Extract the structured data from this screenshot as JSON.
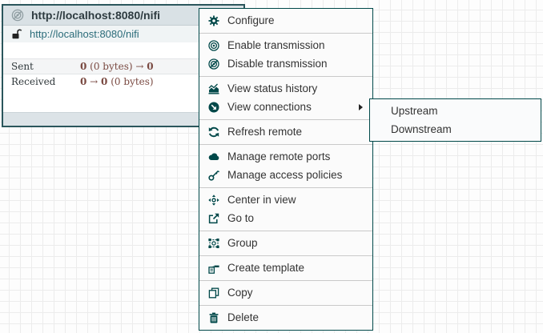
{
  "colors": {
    "accent": "#004849",
    "selected_border": "#2b565c",
    "header_bg": "#d9e1e5",
    "footer_bg": "#dce3e7",
    "link_teal": "#2a6b79",
    "stat_value_maroon": "#7a4a42",
    "menu_bg": "#fbfbfb",
    "separator": "#c9c9c9"
  },
  "component": {
    "type": "remote-process-group",
    "title": "http://localhost:8080/nifi",
    "target_uri": "http://localhost:8080/nifi",
    "stats": [
      {
        "label": "Sent",
        "v1": "0",
        "v2": " (0 bytes) → ",
        "v3": "0",
        "v4": ""
      },
      {
        "label": "Received",
        "v1": "0",
        "v2": " → ",
        "v3": "0",
        "v4": " (0 bytes)"
      }
    ]
  },
  "context_menu": {
    "items": [
      {
        "icon": "gear",
        "label": "Configure"
      },
      {
        "icon": "enable-transmission",
        "label": "Enable transmission"
      },
      {
        "icon": "disable-transmission",
        "label": "Disable transmission"
      },
      {
        "icon": "status-history-chart",
        "label": "View status history"
      },
      {
        "icon": "view-connections",
        "label": "View connections",
        "has_submenu": true
      },
      {
        "icon": "refresh",
        "label": "Refresh remote"
      },
      {
        "icon": "cloud",
        "label": "Manage remote ports"
      },
      {
        "icon": "key",
        "label": "Manage access policies"
      },
      {
        "icon": "crosshairs",
        "label": "Center in view"
      },
      {
        "icon": "external-link",
        "label": "Go to"
      },
      {
        "icon": "object-group",
        "label": "Group"
      },
      {
        "icon": "template",
        "label": "Create template"
      },
      {
        "icon": "copy",
        "label": "Copy"
      },
      {
        "icon": "trash",
        "label": "Delete"
      }
    ]
  },
  "submenu": {
    "items": [
      {
        "label": "Upstream"
      },
      {
        "label": "Downstream"
      }
    ]
  }
}
